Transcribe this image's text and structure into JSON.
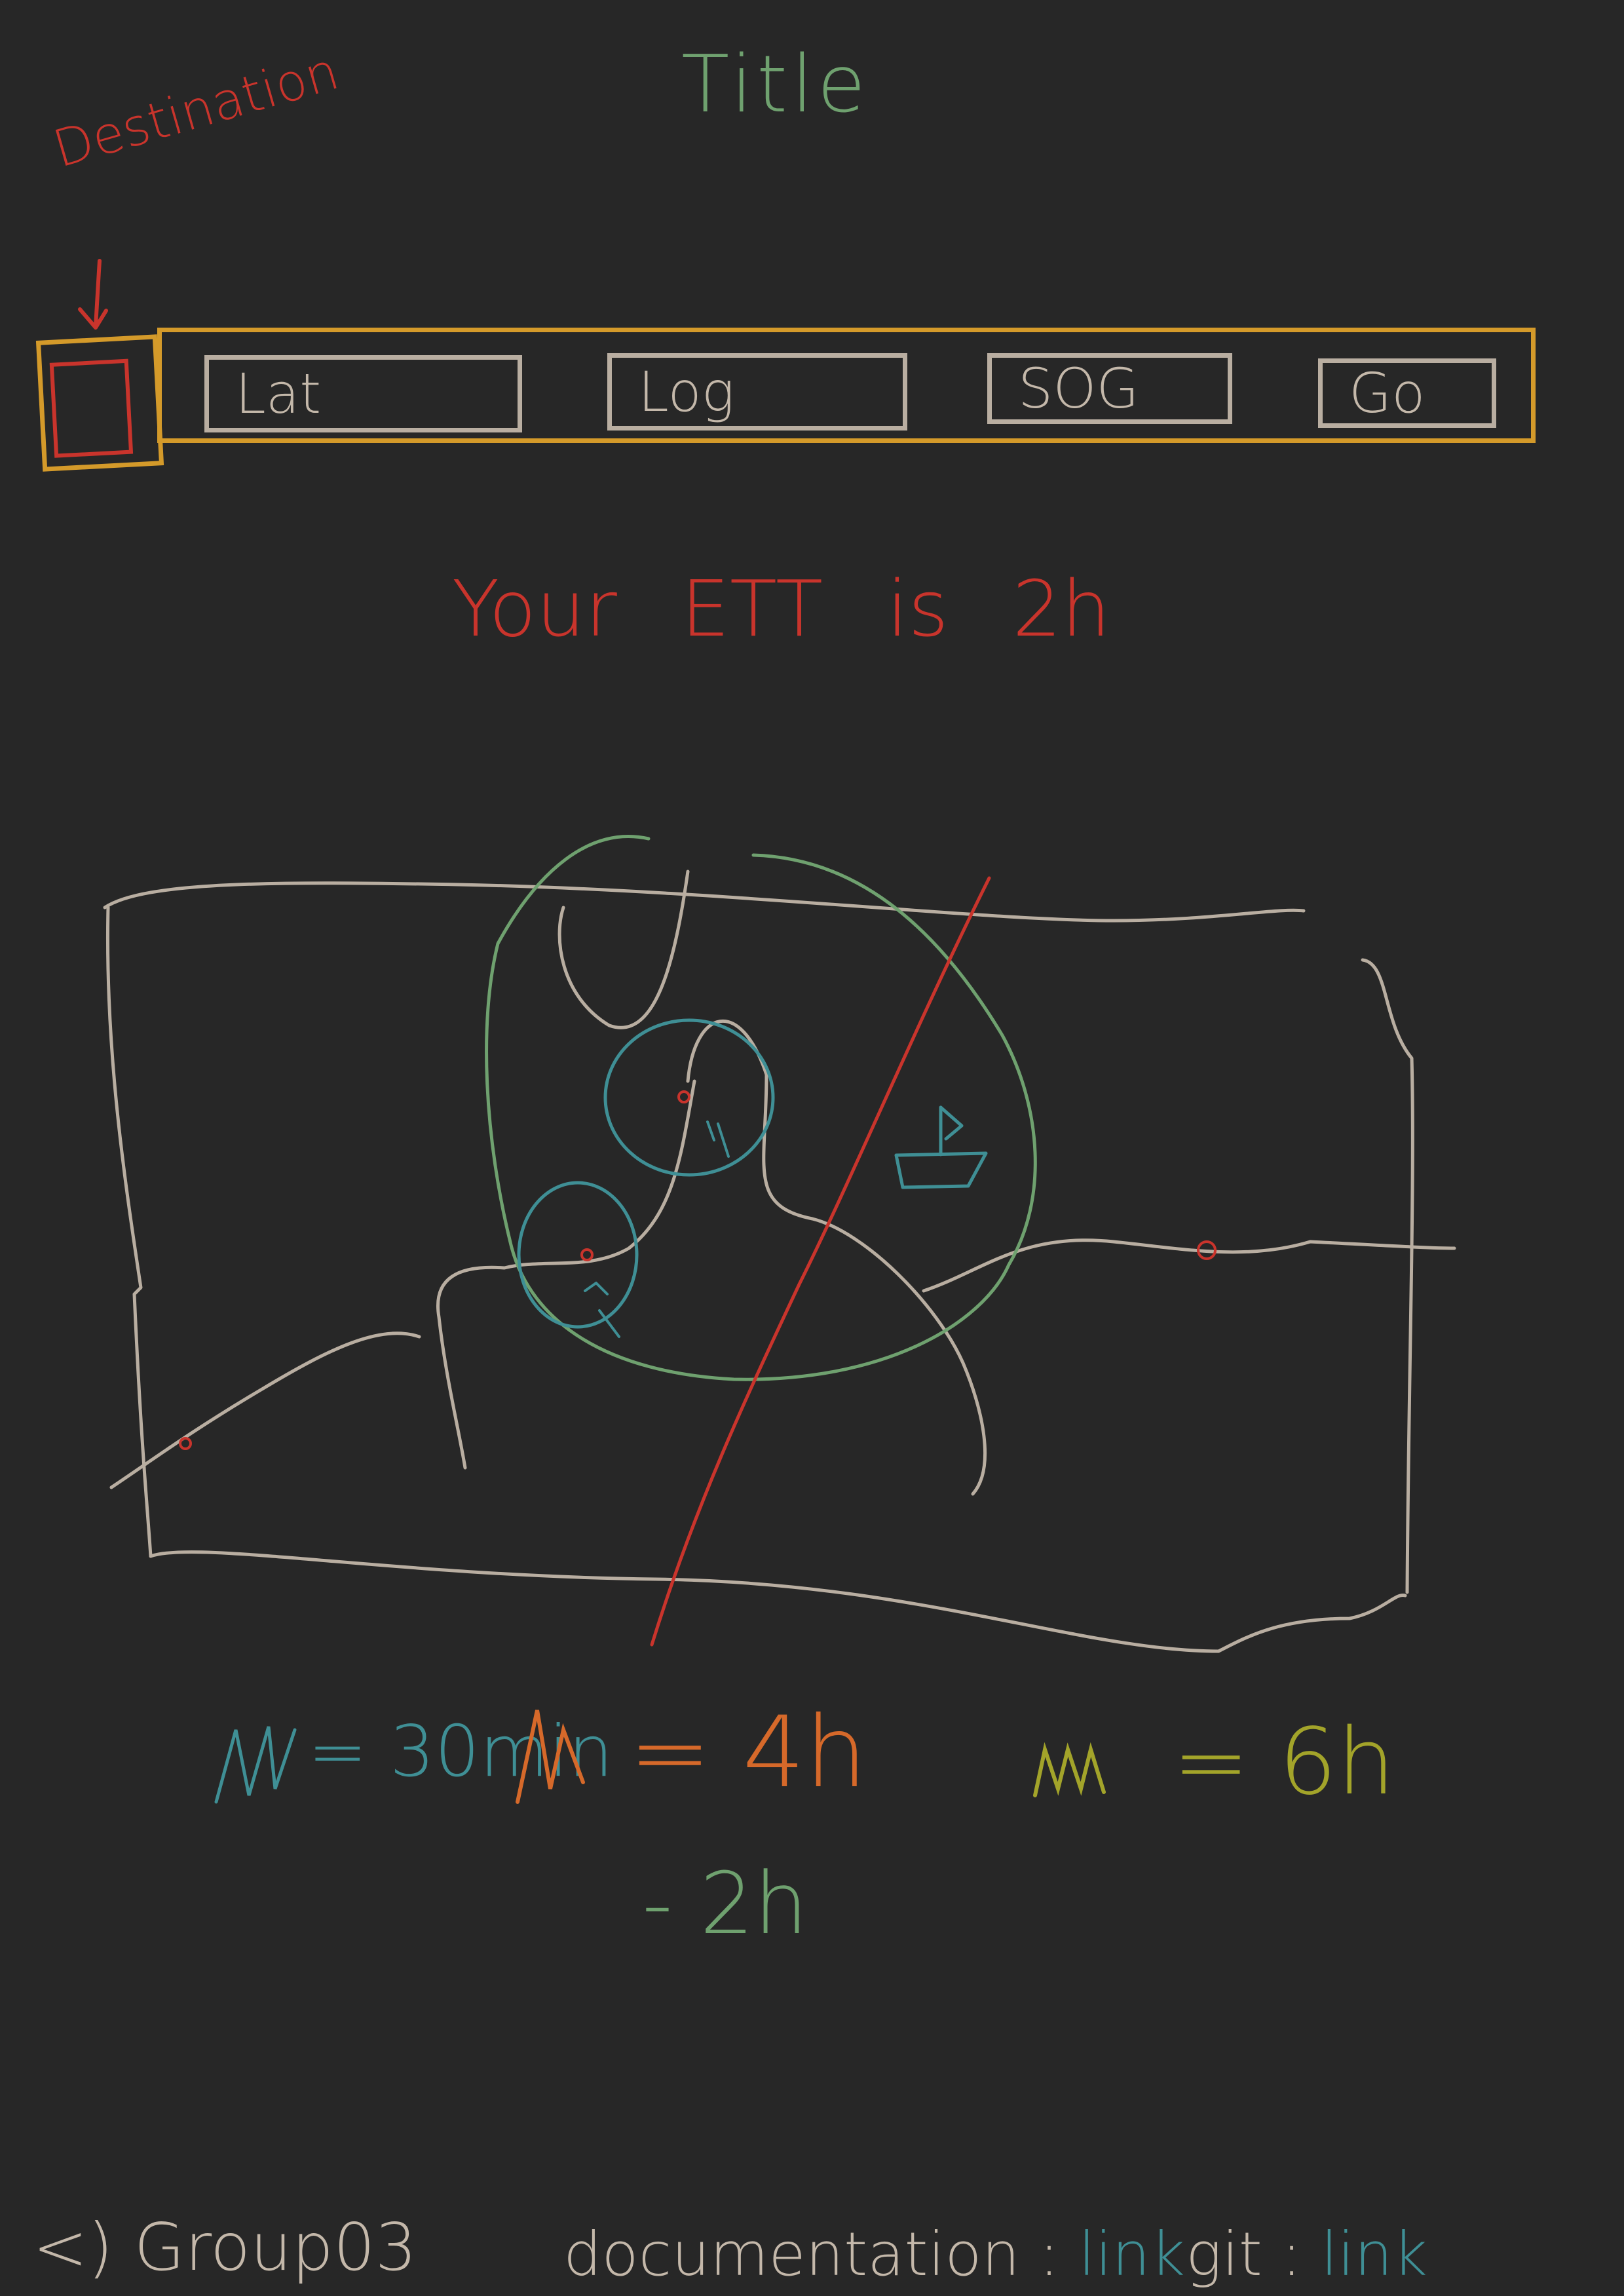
{
  "header": {
    "title": "Title",
    "destination_label": "Destination"
  },
  "toolbar": {
    "lat_label": "Lat",
    "log_label": "Log",
    "sog_label": "SOG",
    "go_label": "Go"
  },
  "result": {
    "ett_text": "Your ETT is 2h"
  },
  "legend": {
    "blue_value": "= 30min",
    "orange_value": "= 4h",
    "yellow_value": "= 6h",
    "green_value": "- 2h"
  },
  "footer": {
    "copyright": "<) Group03",
    "documentation_label": "documentation :",
    "documentation_link": "link",
    "git_label": "git :",
    "git_link": "link"
  },
  "colors": {
    "background": "#272727",
    "toolbar_outline": "#d49a2a",
    "field_outline": "#b9aea1",
    "destination_red": "#c9342c",
    "title_green": "#6fa16f",
    "legend_blue": "#3f8f95",
    "legend_orange": "#d6692a",
    "legend_yellow": "#a3a42a"
  },
  "icons": {
    "boat": "boat-icon",
    "arrow": "arrow-down-icon"
  }
}
